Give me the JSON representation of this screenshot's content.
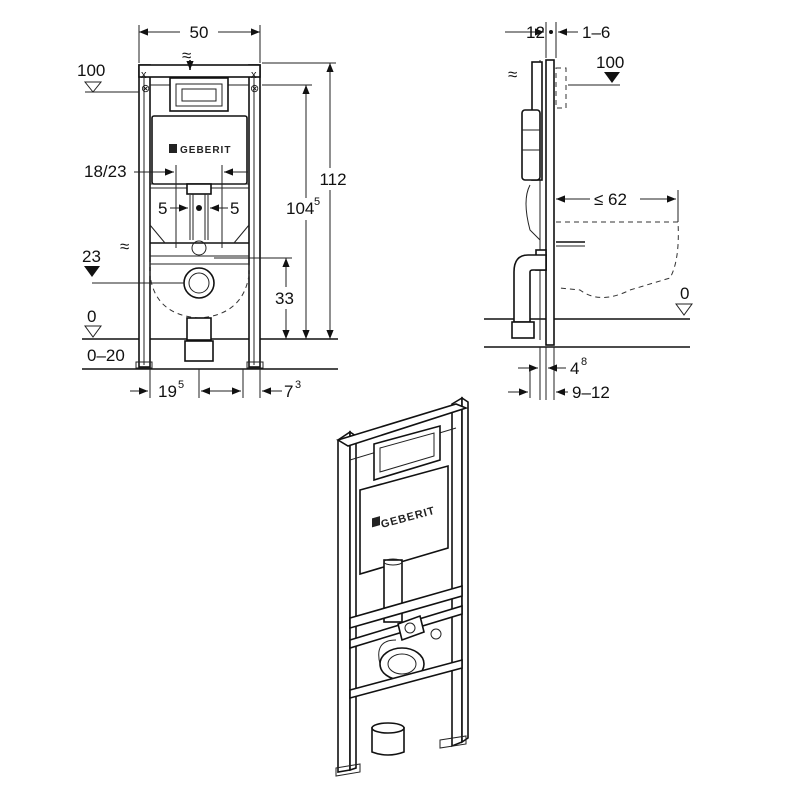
{
  "brand": "GEBERIT",
  "front": {
    "width": "50",
    "level_top": "100",
    "level_inlet": "23",
    "level_floor": "0",
    "floor_range": "0–20",
    "spacing": "18/23",
    "offset_left": "5",
    "offset_right": "5",
    "height_total": "112",
    "height_frame_base": "104",
    "height_frame_sup": "5",
    "height_drain": "33",
    "bottom_left_base": "19",
    "bottom_left_sup": "5",
    "bottom_right_base": "7",
    "bottom_right_sup": "3"
  },
  "side": {
    "top_left": "12",
    "top_right": "1–6",
    "level_top": "100",
    "bowl_length": "≤ 62",
    "level_floor": "0",
    "bottom_a_base": "4",
    "bottom_a_sup": "8",
    "bottom_b": "9–12"
  }
}
